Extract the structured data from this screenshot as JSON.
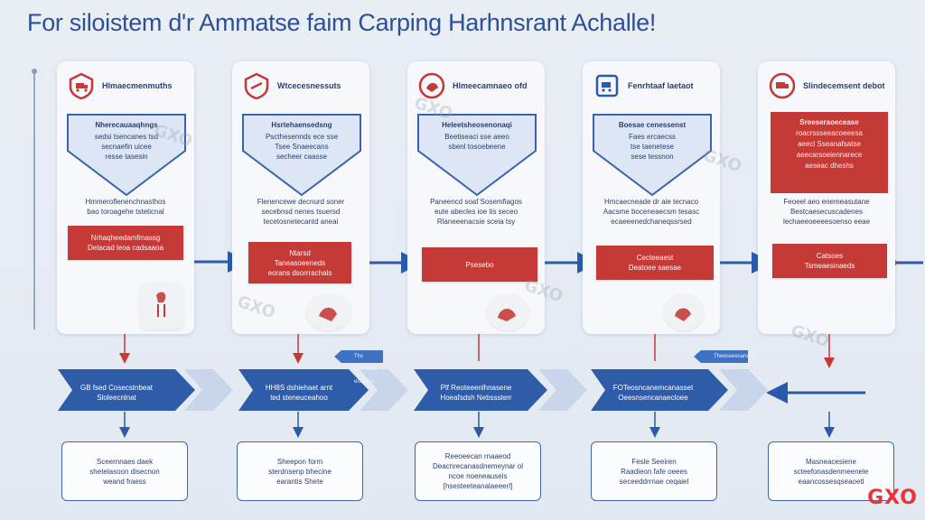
{
  "title": "For siloistem d'r Ammatse faim Carping Harhnsrant Achalle!",
  "colors": {
    "navy": "#2a5aa8",
    "red": "#c43a37",
    "light_chevron": "#c6d3ea",
    "card_bg": "#f6f8fc"
  },
  "watermark": "GXO",
  "brand": "GXO",
  "columns": [
    {
      "icon": "shield-truck-icon",
      "head": "Hlmaecmenmuths",
      "shield_title": "Nherecauaaqhngs",
      "shield_lines": [
        "sedsi tsencanes tsd",
        "secnaefin uicee",
        "resse tasesin"
      ],
      "desc": [
        "Hmmeroflenenchnasthos",
        "bao toroagehe tsteticnal"
      ],
      "step": [
        "Nrhaqheedamfmassg",
        "Detacad leoa cadsaaoa"
      ],
      "chevron": [
        "GB fsed Cosecstnbeat",
        "Sloleecnlnat"
      ],
      "out": [
        "Sceernnaes daek",
        "shetelasoon disecnon",
        "weand fraess"
      ]
    },
    {
      "icon": "truck-icon",
      "head": "Wtcecesnessuts",
      "shield_title": "Hsrtehaensedsng",
      "shield_lines": [
        "Pscthesennds ece sse",
        "Tsee Snaeecans",
        "secheer caasse"
      ],
      "desc": [
        "Flenencewe decnurd soner",
        "secebnsd nenes tsuersd",
        "tecetosnetecantd aneai"
      ],
      "step": [
        "Ntarsd",
        "Taneasoeeneds",
        "eorans dsorrrachals"
      ],
      "chevron": [
        "HH8S dshiehaet arnt",
        "ted steneuceahoo"
      ],
      "out": [
        "Sheepon form",
        "sterdnsenp bhecine",
        "earantis Shete"
      ]
    },
    {
      "icon": "hand-truck-icon",
      "head": "Hlmeecamnaeo ofd",
      "shield_title": "Heleetsheosenonaqi",
      "shield_lines": [
        "Beetiseaci sse aeeo",
        "sbenl tosoebeene"
      ],
      "desc": [
        "Paneencd soaf Sosemfiagos",
        "eute abecles ioe tis seceo",
        "Rlaneeenacsie sceia tsy"
      ],
      "step": [
        "Psesebo"
      ],
      "chevron": [
        "Plf Reoteeenlhnasene",
        "Hoeafsdsh Nebsssterr"
      ],
      "out": [
        "Reeoeecan rnaaeod",
        "Deacnrecanasdnemeynar ol",
        "ncoe noeneauseis",
        "[hsesteeteanalaeeerl]"
      ]
    },
    {
      "icon": "clipboard-truck-icon",
      "head": "Fenrhtaaf laetaot",
      "shield_title": "Boesae cenessenst",
      "shield_lines": [
        "Faes ercaecss",
        "tse taenetese",
        "sese tessnon"
      ],
      "desc": [
        "Hmcaecneade dr aie tecnaco",
        "Aacsme boceneaecsm tesasc",
        "ecaeeenedchaneqssrsed"
      ],
      "step": [
        "Cecteeaest",
        "Deatoee saesae"
      ],
      "chevron": [
        "FOTeosncanemcanasset",
        "Oeesnsencanaecloee"
      ],
      "out": [
        "Fesle Seeiren",
        "Raadieon fafe oeees",
        "seceeddrrnae ceqaiel"
      ]
    },
    {
      "icon": "truck-badge-icon",
      "head": "Slindecemsent debot",
      "shield_title": "Sreeseraoecease",
      "shield_lines": [
        "roacrssseeacoeeesa",
        "aeecl Sseanafsatse",
        "aeecarsoeiennarece",
        "aeseac dheshs"
      ],
      "desc": [
        "Feoeel aeo enemeasutane",
        "Bestcaesecuscadenes",
        "lechaeeoeeeesoenso eeae"
      ],
      "step": [
        "Catsoes",
        "Tsmeaesinaeds"
      ],
      "chevron": [],
      "out": [
        "Masneacesiene",
        "scteefonasdenmeenele",
        "eaancossesqseaoetl"
      ]
    }
  ],
  "flags": [
    "Ths esehecce ecanesa",
    "Theeceeesanaed"
  ]
}
